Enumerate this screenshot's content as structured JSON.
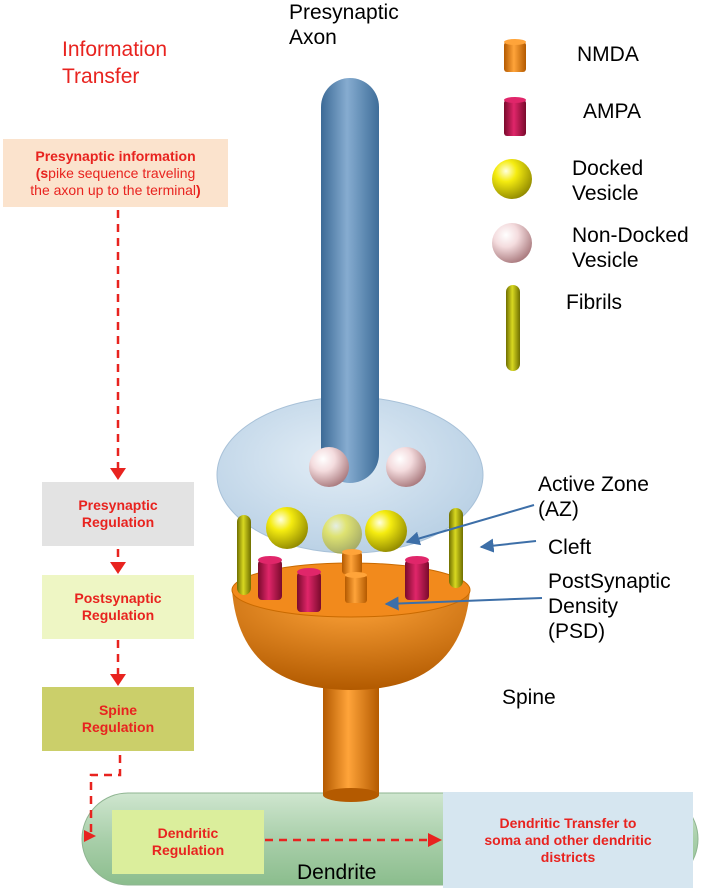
{
  "title": "Information\nTransfer",
  "presynaptic_axon_label": "Presynaptic\nAxon",
  "legend": {
    "nmda": "NMDA",
    "ampa": "AMPA",
    "docked_vesicle": "Docked\nVesicle",
    "non_docked_vesicle": "Non-Docked\nVesicle",
    "fibrils": "Fibrils"
  },
  "annotations": {
    "active_zone": "Active Zone\n(AZ)",
    "cleft": "Cleft",
    "psd": "PostSynaptic\nDensity\n(PSD)",
    "spine": "Spine",
    "dendrite": "Dendrite"
  },
  "flow": {
    "presynaptic_info_line1": "Presynaptic information",
    "presynaptic_info_s": "s",
    "presynaptic_info_line2a": "pike sequence traveling",
    "presynaptic_info_line3": "the axon up to the terminal",
    "presynaptic_regulation": "Presynaptic\nRegulation",
    "postsynaptic_regulation": "Postsynaptic\nRegulation",
    "spine_regulation": "Spine\nRegulation",
    "dendritic_regulation": "Dendritic\nRegulation",
    "dendritic_transfer": "Dendritic Transfer to\nsoma and other dendritic\ndistricts"
  },
  "colors": {
    "red": "#e8231f",
    "axon": "#5f8db8",
    "terminal": "#c9dced",
    "nmda": "#f08a17",
    "ampa": "#c0124a",
    "docked": "#f2e600",
    "non_docked": "#f2d3d5",
    "fibril": "#b5b500",
    "spine": "#f08a17",
    "arrow": "#3d6fa8"
  }
}
